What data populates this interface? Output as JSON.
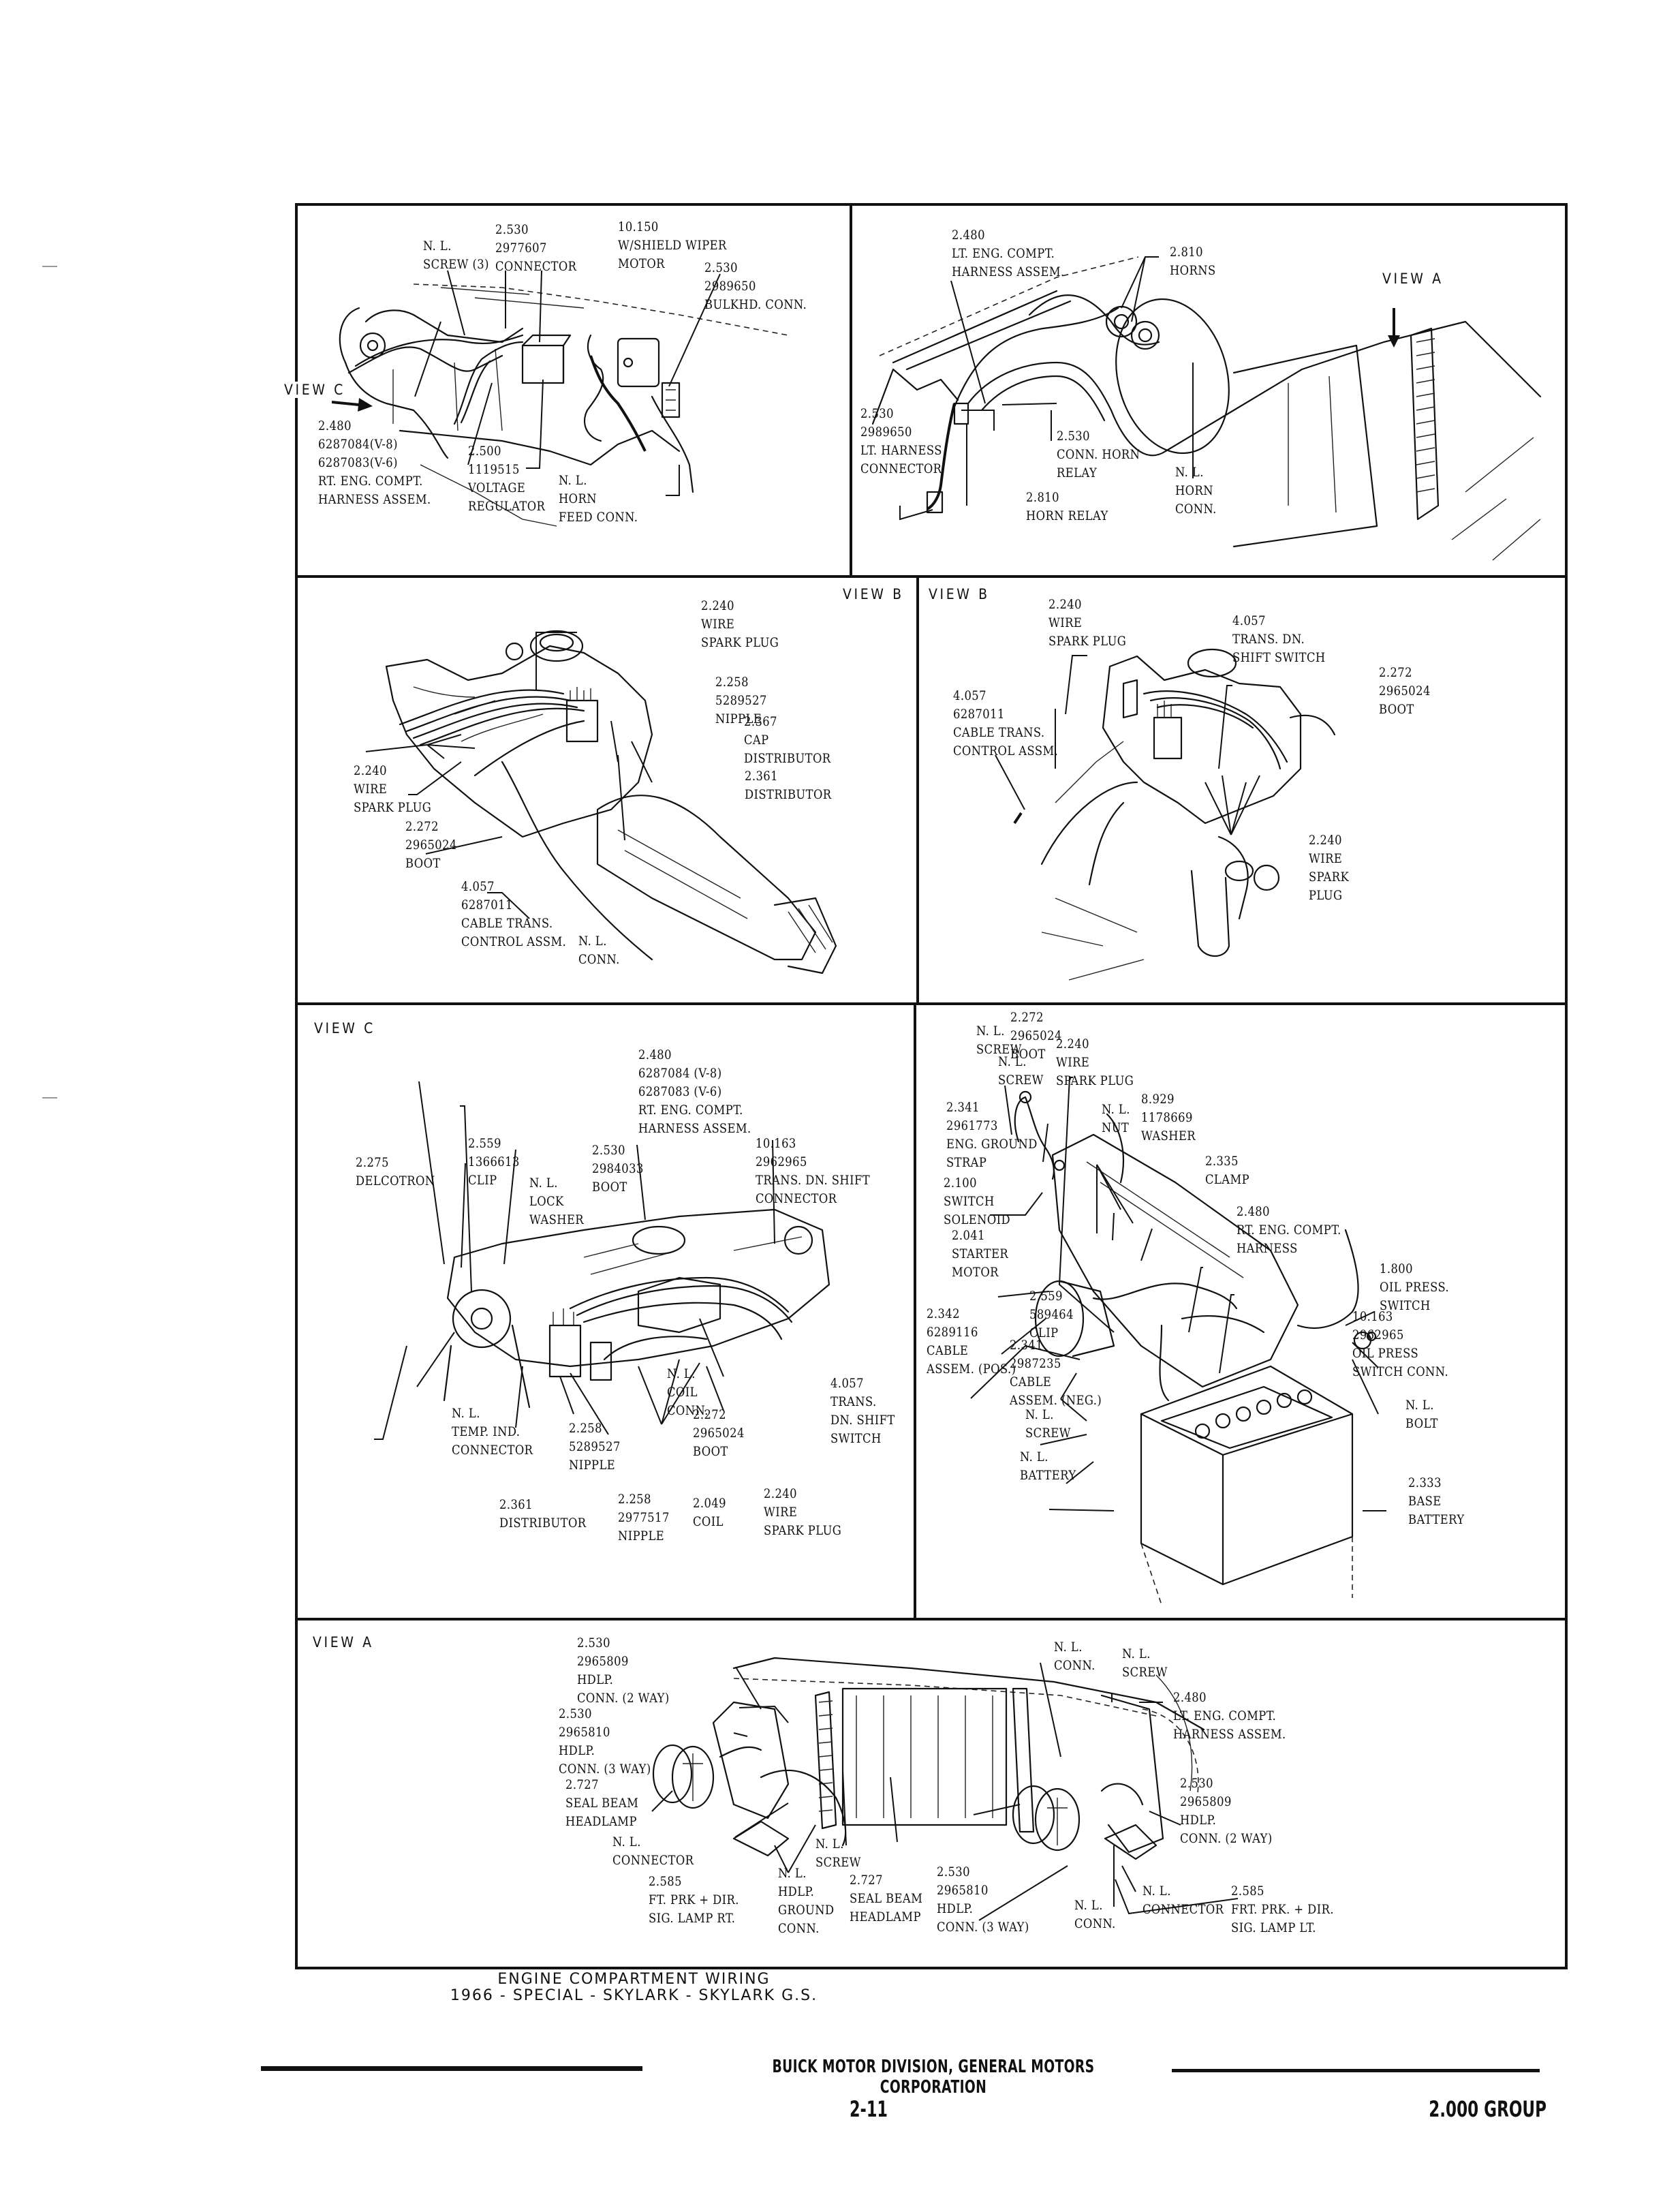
{
  "document": {
    "caption_line1": "ENGINE COMPARTMENT WIRING",
    "caption_line2": "1966 - SPECIAL - SKYLARK - SKYLARK G.S.",
    "footer_corporation": "BUICK MOTOR DIVISION, GENERAL MOTORS CORPORATION",
    "footer_page": "2-11",
    "footer_group": "2.000 GROUP"
  },
  "panels": {
    "top_left": {
      "view_marker": "VIEW C",
      "labels": [
        "N. L.\nSCREW (3)",
        "2.530\n2977607\nCONNECTOR",
        "10.150\nW/SHIELD WIPER\nMOTOR",
        "2.530\n2989650\nBULKHD. CONN.",
        "2.480\n6287084(V-8)\n6287083(V-6)\nRT. ENG. COMPT.\nHARNESS ASSEM.",
        "2.500\n1119515\nVOLTAGE\nREGULATOR",
        "N. L.\nHORN\nFEED CONN."
      ]
    },
    "top_right": {
      "view_marker": "VIEW A",
      "labels": [
        "2.480\nLT. ENG. COMPT.\nHARNESS ASSEM.",
        "2.810\nHORNS",
        "2.530\n2989650\nLT. HARNESS\nCONNECTOR",
        "2.530\nCONN. HORN\nRELAY",
        "2.810\nHORN RELAY",
        "N. L.\nHORN\nCONN."
      ]
    },
    "mid_left": {
      "view_title": "VIEW B",
      "labels": [
        "2.240\nWIRE\nSPARK PLUG",
        "2.258\n5289527\nNIPPLE",
        "2.367\nCAP\nDISTRIBUTOR",
        "2.361\nDISTRIBUTOR",
        "2.240\nWIRE\nSPARK PLUG",
        "2.272\n2965024\nBOOT",
        "4.057\n6287011\nCABLE TRANS.\nCONTROL ASSM.",
        "N. L.\nCONN."
      ]
    },
    "mid_right": {
      "view_title": "VIEW B",
      "labels": [
        "2.240\nWIRE\nSPARK PLUG",
        "4.057\nTRANS. DN.\nSHIFT SWITCH",
        "2.272\n2965024\nBOOT",
        "4.057\n6287011\nCABLE TRANS.\nCONTROL ASSM.",
        "2.240\nWIRE\nSPARK\nPLUG"
      ]
    },
    "lower_left": {
      "view_title": "VIEW C",
      "labels": [
        "2.480\n6287084 (V-8)\n6287083 (V-6)\nRT. ENG. COMPT.\nHARNESS ASSEM.",
        "2.559\n1366613\nCLIP",
        "2.275\nDELCOTRON",
        "2.530\n2984033\nBOOT",
        "N. L.\nLOCK\nWASHER",
        "10.163\n2962965\nTRANS. DN. SHIFT\nCONNECTOR",
        "N. L.\nCOIL\nCONN.",
        "4.057\nTRANS.\nDN. SHIFT\nSWITCH",
        "N. L.\nTEMP. IND.\nCONNECTOR",
        "2.258\n5289527\nNIPPLE",
        "2.272\n2965024\nBOOT",
        "2.361\nDISTRIBUTOR",
        "2.258\n2977517\nNIPPLE",
        "2.049\nCOIL",
        "2.240\nWIRE\nSPARK PLUG"
      ]
    },
    "lower_right": {
      "labels": [
        "N. L.\nSCREW",
        "2.272\n2965024\nBOOT",
        "2.240\nWIRE\nSPARK PLUG",
        "N. L.\nSCREW",
        "2.341\n2961773\nENG. GROUND\nSTRAP",
        "N. L.\nNUT",
        "8.929\n1178669\nWASHER",
        "2.335\nCLAMP",
        "2.100\nSWITCH\nSOLENOID",
        "2.480\nRT. ENG. COMPT.\nHARNESS",
        "2.041\nSTARTER\nMOTOR",
        "1.800\nOIL PRESS.\nSWITCH",
        "2.342\n6289116\nCABLE\nASSEM. (POS.)",
        "2.559\n589464\nCLIP",
        "10.163\n2962965\nOIL PRESS\nSWITCH CONN.",
        "2.341\n2987235\nCABLE\nASSEM. (NEG.)",
        "N. L.\nBOLT",
        "N. L.\nSCREW",
        "N. L.\nBATTERY",
        "2.333\nBASE\nBATTERY"
      ]
    },
    "bottom": {
      "view_title": "VIEW A",
      "labels": [
        "2.530\n2965809\nHDLP.\nCONN. (2 WAY)",
        "2.530\n2965810\nHDLP.\nCONN. (3 WAY)",
        "2.727\nSEAL BEAM\nHEADLAMP",
        "N. L.\nCONNECTOR",
        "2.585\nFT. PRK + DIR.\nSIG. LAMP RT.",
        "N. L.\nHDLP.\nGROUND\nCONN.",
        "N. L.\nSCREW",
        "2.727\nSEAL BEAM\nHEADLAMP",
        "2.530\n2965810\nHDLP.\nCONN. (3 WAY)",
        "N. L.\nCONN.",
        "N. L.\nCONN.",
        "N. L.\nSCREW",
        "2.480\nLT. ENG. COMPT.\nHARNESS ASSEM.",
        "2.530\n2965809\nHDLP.\nCONN. (2 WAY)",
        "N. L.\nCONNECTOR",
        "2.585\nFRT. PRK. + DIR.\nSIG. LAMP LT."
      ]
    }
  }
}
